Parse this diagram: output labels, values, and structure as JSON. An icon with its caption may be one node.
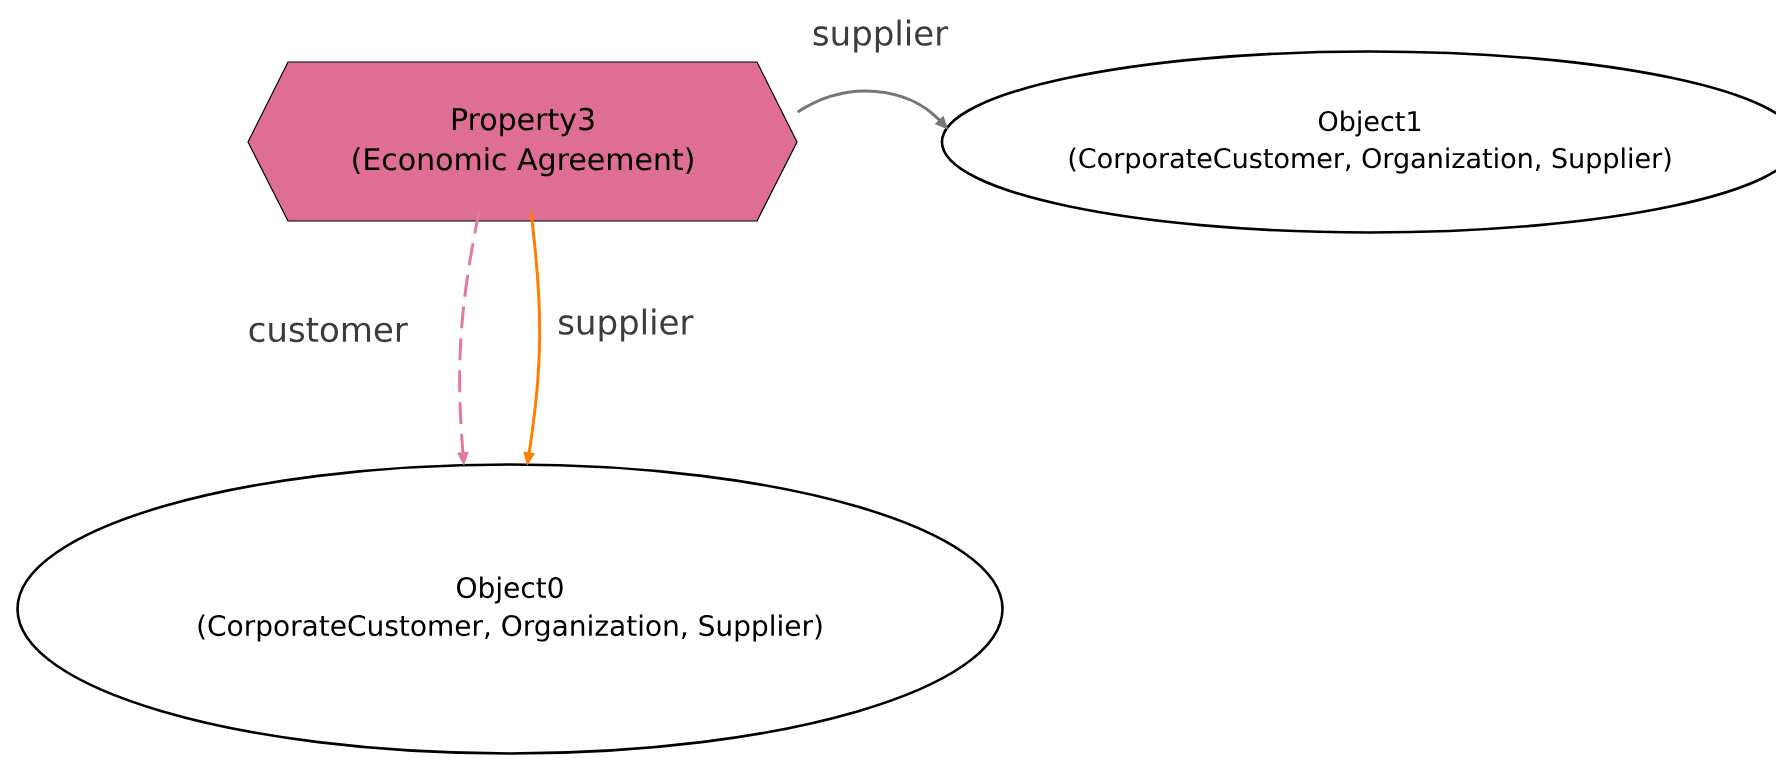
{
  "diagram": {
    "nodes": [
      {
        "text": [
          "Property3",
          "(Economic Agreement)"
        ]
      },
      {
        "text": [
          "Object1",
          "(CorporateCustomer, Organization, Supplier)"
        ]
      },
      {
        "text": [
          "Object0",
          "(CorporateCustomer, Organization, Supplier)"
        ]
      }
    ],
    "edges": [
      {
        "from": 0,
        "to": 1,
        "arrow": "to",
        "label": "supplier",
        "color": "#777777"
      },
      {
        "from": 0,
        "to": 2,
        "arrow": "to",
        "label": "customer",
        "style": "dashed",
        "color": "#e07aa0"
      },
      {
        "from": 0,
        "to": 2,
        "arrow": "to",
        "label": "supplier",
        "color": "#ff8000"
      }
    ]
  }
}
